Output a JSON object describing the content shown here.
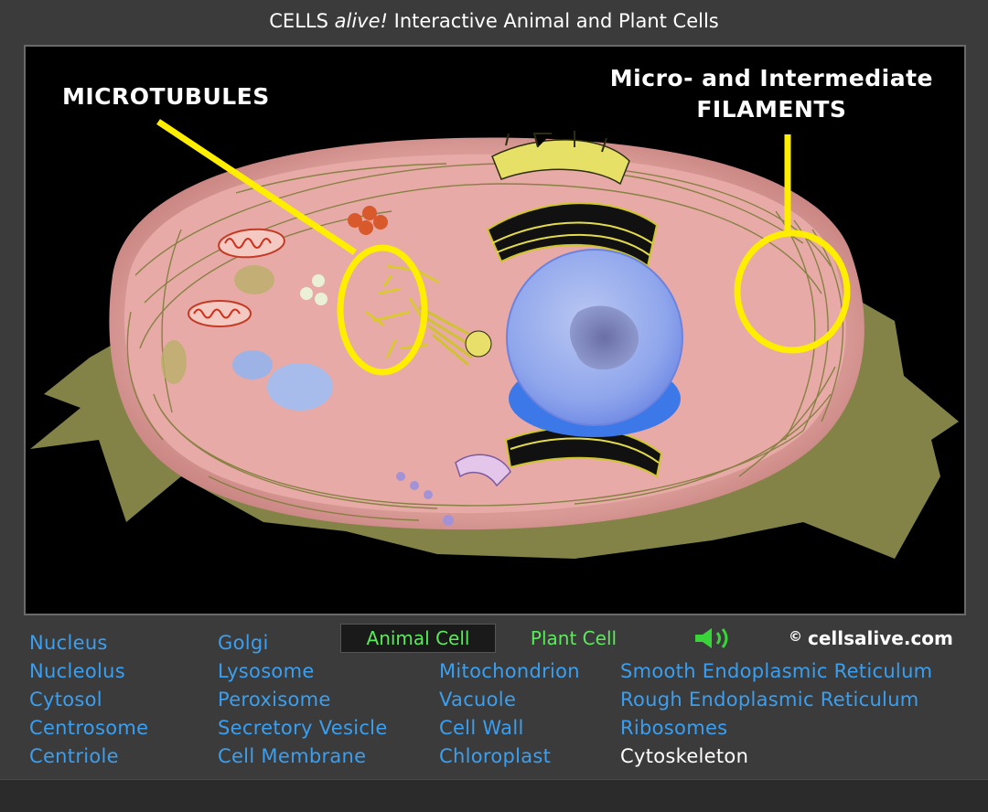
{
  "header": {
    "title_pre": "CELLS",
    "title_italic": "alive!",
    "title_post": "Interactive Animal and Plant Cells"
  },
  "viewer": {
    "label_microtubules": "MICROTUBULES",
    "label_filaments_line1": "Micro- and Intermediate",
    "label_filaments_line2": "FILAMENTS"
  },
  "nav": {
    "col1": [
      "Nucleus",
      "Nucleolus",
      "Cytosol",
      "Centrosome",
      "Centriole"
    ],
    "col2": [
      "Golgi",
      "Lysosome",
      "Peroxisome",
      "Secretory Vesicle",
      "Cell Membrane"
    ],
    "col3": [
      "Mitochondrion",
      "Vacuole",
      "Cell Wall",
      "Chloroplast"
    ],
    "col4": [
      "Smooth Endoplasmic Reticulum",
      "Rough Endoplasmic Reticulum",
      "Ribosomes",
      "Cytoskeleton"
    ],
    "active_item": "Cytoskeleton"
  },
  "modes": {
    "animal_label": "Animal Cell",
    "plant_label": "Plant Cell",
    "selected": "Animal Cell",
    "sound_icon": "speaker-icon"
  },
  "footer": {
    "copyright_symbol": "©",
    "site": "cellsalive.com"
  },
  "colors": {
    "link": "#3a9ff0",
    "active_link": "#ffffff",
    "mode_green": "#5bea5b",
    "highlight_yellow": "#ffee00",
    "cytoplasm_pink": "#e4a2a0"
  }
}
